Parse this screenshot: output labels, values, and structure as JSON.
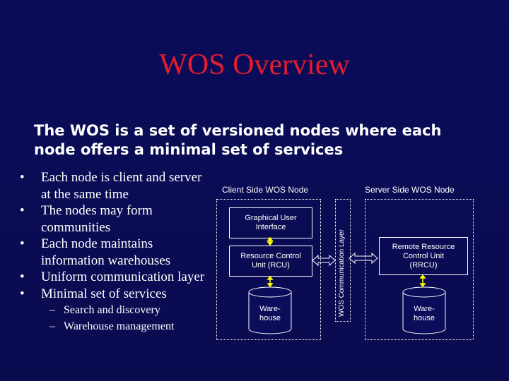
{
  "slide": {
    "title": "WOS Overview",
    "subtitle_line1": "The WOS is a set of versioned nodes where each",
    "subtitle_line2": "node offers a minimal set of services"
  },
  "bullets": [
    {
      "line1": "Each node is client and server",
      "line2": "at the same time"
    },
    {
      "line1": "The nodes may form",
      "line2": "communities"
    },
    {
      "line1": "Each node maintains",
      "line2": "information warehouses"
    },
    {
      "line1": "Uniform communication layer",
      "line2": ""
    },
    {
      "line1": "Minimal set of services",
      "line2": ""
    }
  ],
  "sub_bullets": [
    "Search and discovery",
    "Warehouse management"
  ],
  "bullet_symbol": "•",
  "dash_symbol": "–",
  "diagram": {
    "client_heading": "Client Side WOS Node",
    "server_heading": "Server Side WOS Node",
    "gui": {
      "line1": "Graphical User",
      "line2": "Interface"
    },
    "rcu": {
      "line1": "Resource Control",
      "line2": "Unit (RCU)"
    },
    "client_warehouse": {
      "line1": "Ware-",
      "line2": "house"
    },
    "comm_layer": "WOS Communication Layer",
    "rrcu": {
      "line1": "Remote Resource",
      "line2": "Control Unit",
      "line3": "(RRCU)"
    },
    "server_warehouse": {
      "line1": "Ware-",
      "line2": "house"
    }
  },
  "colors": {
    "background": "#0b0c5a",
    "title": "#e11d2e",
    "text": "#ffffff",
    "box_fill": "#0b0c5a",
    "arrow": "#ffff00"
  }
}
